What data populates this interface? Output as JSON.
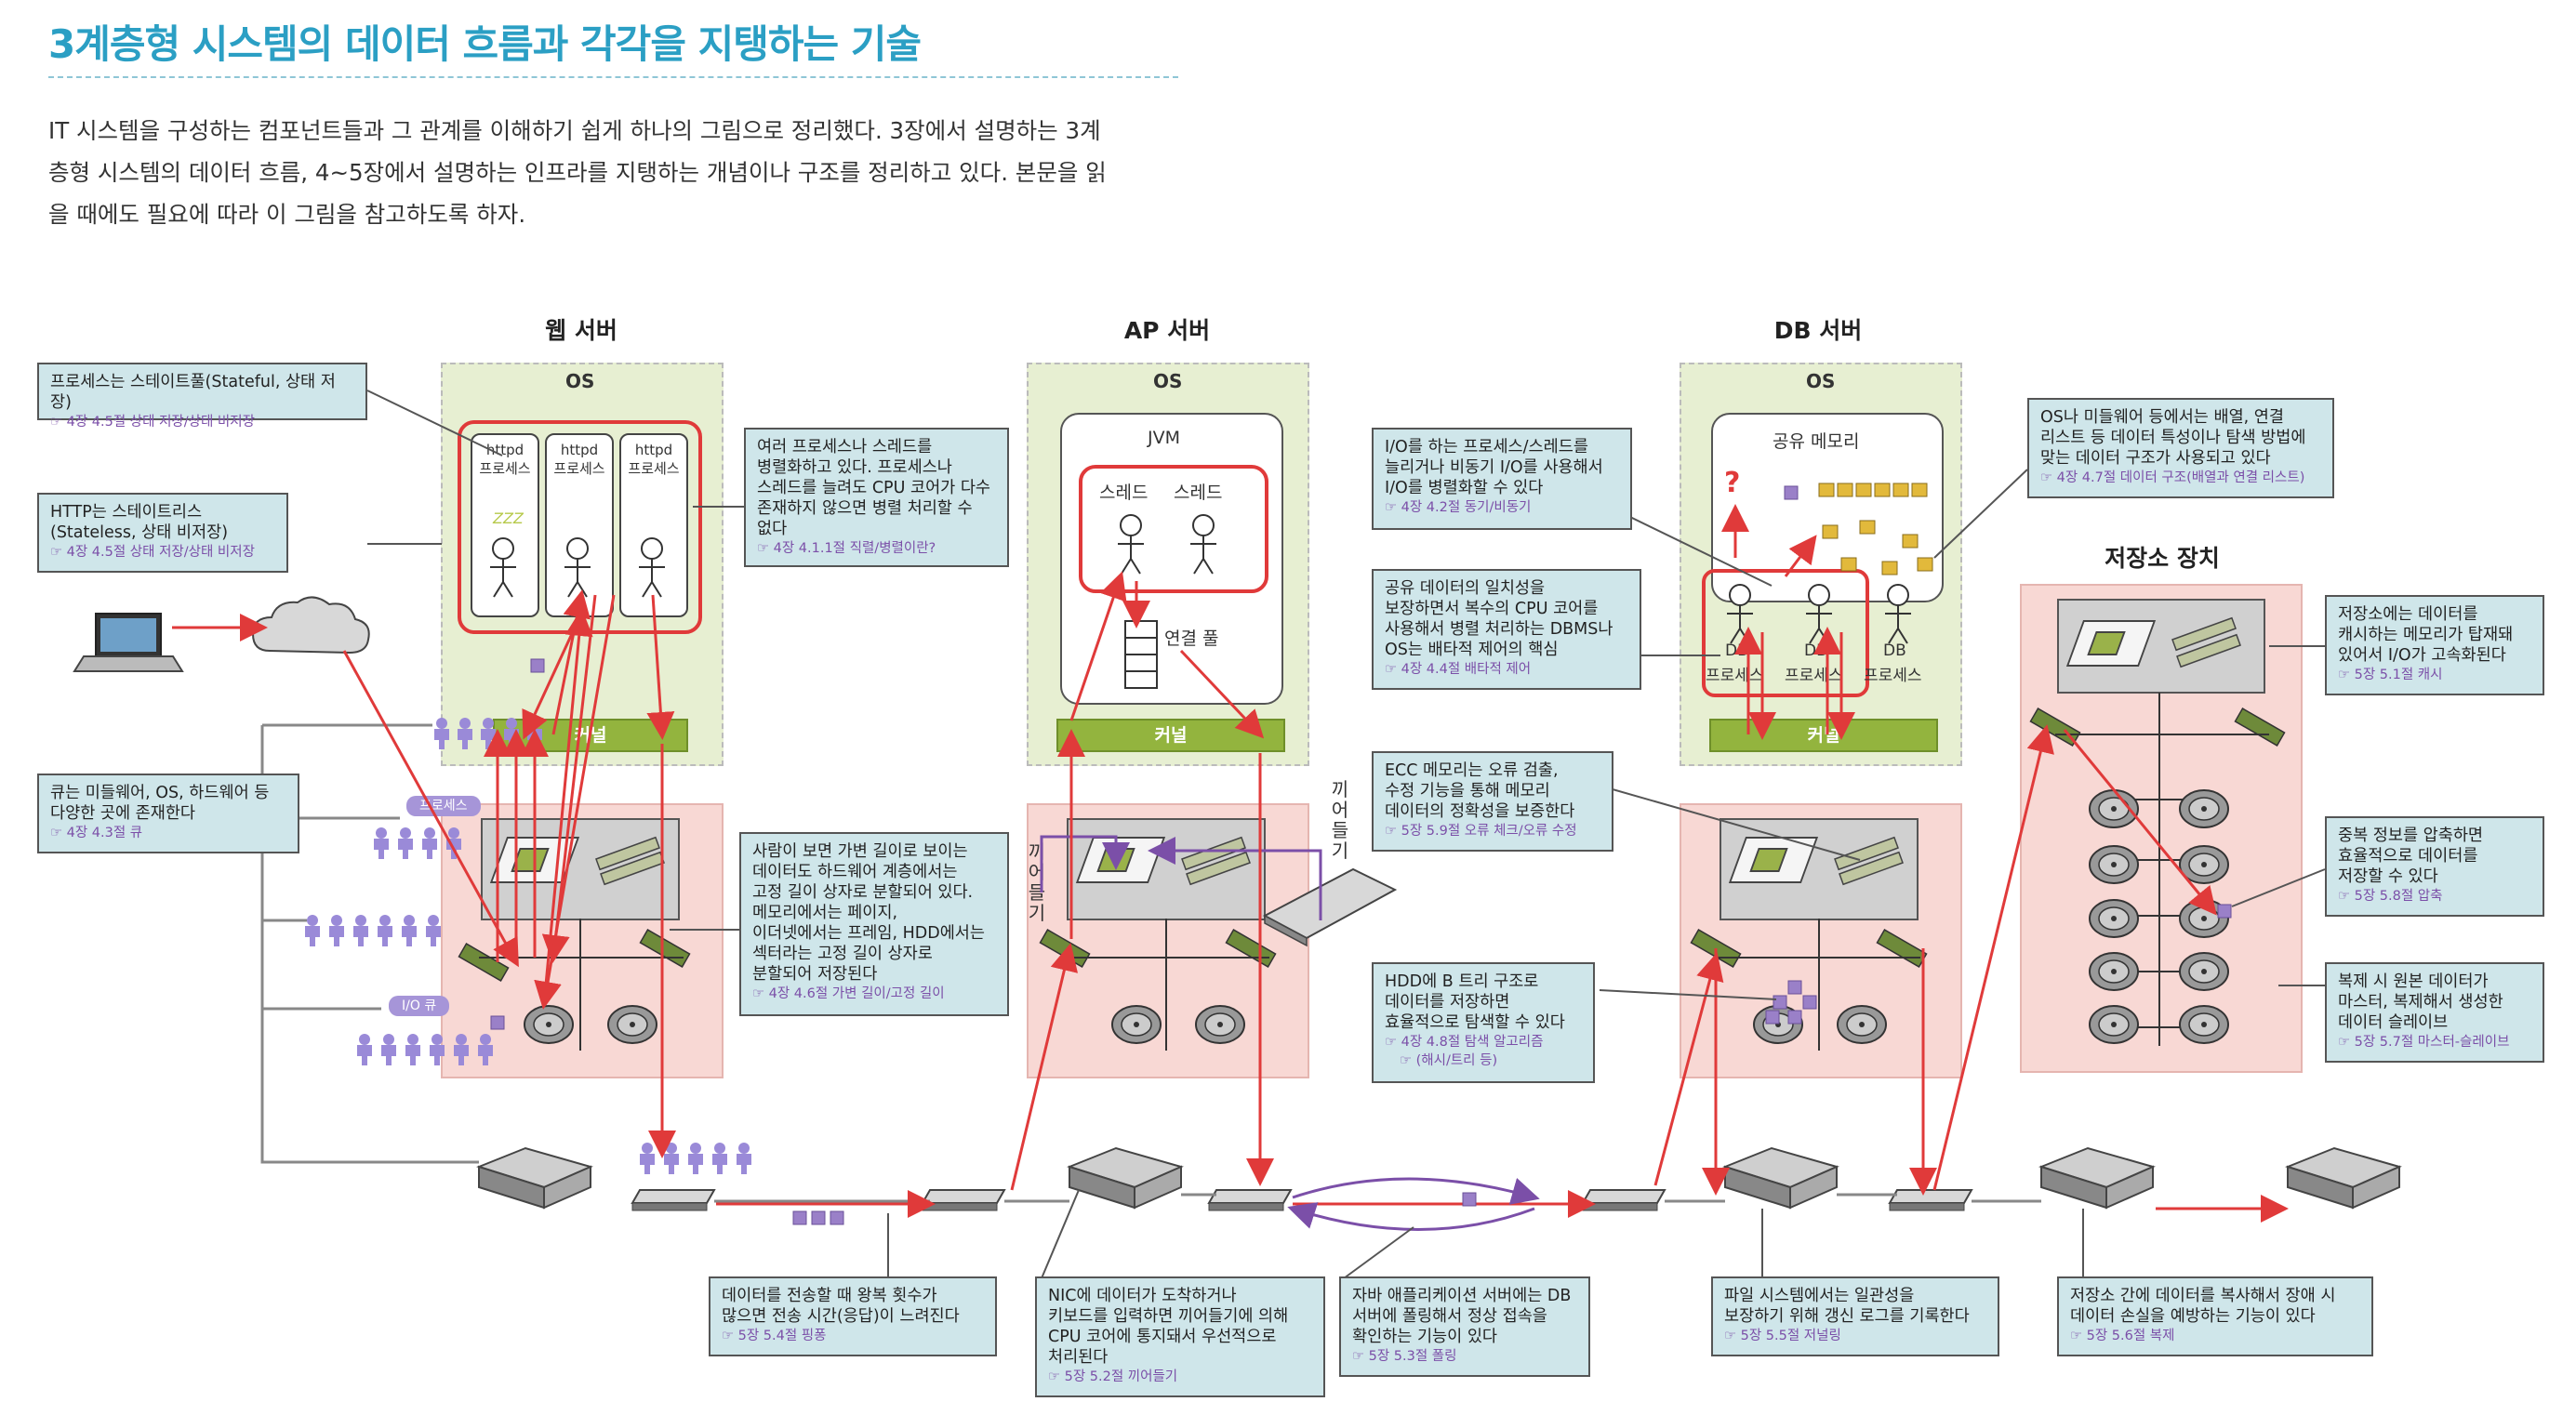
{
  "title": "3계층형 시스템의 데이터 흐름과 각각을 지탱하는 기술",
  "intro": [
    "IT 시스템을 구성하는 컴포넌트들과 그 관계를 이해하기 쉽게 하나의 그림으로 정리했다. 3장에서 설명하는 3계",
    "층형 시스템의 데이터 흐름, 4~5장에서 설명하는 인프라를 지탱하는 개념이나 구조를 정리하고 있다. 본문을 읽",
    "을 때에도 필요에 따라 이 그림을 참고하도록 하자."
  ],
  "columns": {
    "web": "웹 서버",
    "ap": "AP 서버",
    "db": "DB 서버",
    "storage": "저장소 장치"
  },
  "labels": {
    "os": "OS",
    "kernel": "커널",
    "httpd": "httpd",
    "process": "프로세스",
    "jvm": "JVM",
    "thread": "스레드",
    "conn_pool": "연결 풀",
    "shared_memory": "공유 메모리",
    "db": "DB",
    "zzz": "ZZZ",
    "question": "?",
    "interrupt": "끼어들기",
    "badge_process": "프로세스",
    "badge_ioq": "I/O 큐"
  },
  "notes": {
    "stateful": {
      "text": "프로세스는 스테이트풀(Stateful, 상태 저장)",
      "ref": "4장 4.5절 상태 저장/상태 비저장"
    },
    "stateless": {
      "lines": [
        "HTTP는 스테이트리스",
        "(Stateless, 상태 비저장)"
      ],
      "ref": "4장 4.5절 상태 저장/상태 비저장"
    },
    "queue": {
      "lines": [
        "큐는 미들웨어, OS, 하드웨어 등",
        "다양한 곳에 존재한다"
      ],
      "ref": "4장 4.3절 큐"
    },
    "parallel": {
      "lines": [
        "여러 프로세스나 스레드를",
        "병렬화하고 있다. 프로세스나",
        "스레드를 늘려도 CPU 코어가 다수",
        "존재하지 않으면 병렬 처리할 수",
        "없다"
      ],
      "ref": "4장 4.1.1절 직렬/병렬이란?"
    },
    "fixed": {
      "lines": [
        "사람이 보면 가변 길이로 보이는",
        "데이터도 하드웨어 계층에서는",
        "고정 길이 상자로 분할되어 있다.",
        "메모리에서는 페이지,",
        "이더넷에서는 프레임, HDD에서는",
        "섹터라는 고정 길이 상자로",
        "분할되어 저장된다"
      ],
      "ref": "4장 4.6절 가변 길이/고정 길이"
    },
    "io_sync": {
      "lines": [
        "I/O를 하는 프로세스/스레드를",
        "늘리거나 비동기 I/O를 사용해서",
        "I/O를 병렬화할 수 있다"
      ],
      "ref": "4장 4.2절 동기/비동기"
    },
    "lock": {
      "lines": [
        "공유 데이터의 일치성을",
        "보장하면서 복수의 CPU 코어를",
        "사용해서 병렬 처리하는 DBMS나",
        "OS는 배타적 제어의 핵심"
      ],
      "ref": "4장 4.4절 배타적 제어"
    },
    "ecc": {
      "lines": [
        "ECC 메모리는 오류 검출,",
        "수정 기능을 통해 메모리",
        "데이터의 정확성을 보증한다"
      ],
      "ref": "5장 5.9절 오류 체크/오류 수정"
    },
    "btree": {
      "lines": [
        "HDD에 B 트리 구조로",
        "데이터를 저장하면",
        "효율적으로 탐색할 수 있다"
      ],
      "ref": "4장 4.8절 탐색 알고리즘",
      "ref2": "(해시/트리 등)"
    },
    "structure": {
      "lines": [
        "OS나 미들웨어 등에서는 배열, 연결",
        "리스트 등 데이터 특성이나 탐색 방법에",
        "맞는 데이터 구조가 사용되고 있다"
      ],
      "ref": "4장 4.7절 데이터 구조(배열과 연결 리스트)"
    },
    "cache": {
      "lines": [
        "저장소에는 데이터를",
        "캐시하는 메모리가 탑재돼",
        "있어서 I/O가 고속화된다"
      ],
      "ref": "5장 5.1절 캐시"
    },
    "compress": {
      "lines": [
        "중복 정보를 압축하면",
        "효율적으로 데이터를",
        "저장할 수 있다"
      ],
      "ref": "5장 5.8절 압축"
    },
    "replica": {
      "lines": [
        "복제 시 원본 데이터가",
        "마스터, 복제해서 생성한",
        "데이터 슬레이브"
      ],
      "ref": "5장 5.7절 마스터-슬레이브"
    },
    "ping": {
      "lines": [
        "데이터를 전송할 때 왕복 횟수가",
        "많으면 전송 시간(응답)이 느려진다"
      ],
      "ref": "5장 5.4절 핑퐁"
    },
    "nic": {
      "lines": [
        "NIC에 데이터가 도착하거나",
        "키보드를 입력하면 끼어들기에 의해",
        "CPU 코어에 통지돼서 우선적으로",
        "처리된다"
      ],
      "ref": "5장 5.2절 끼어들기"
    },
    "polling": {
      "lines": [
        "자바 애플리케이션 서버에는 DB",
        "서버에 폴링해서 정상 접속을",
        "확인하는 기능이 있다"
      ],
      "ref": "5장 5.3절 폴링"
    },
    "journal": {
      "lines": [
        "파일 시스템에서는 일관성을",
        "보장하기 위해 갱신 로그를 기록한다"
      ],
      "ref": "5장 5.5절 저널링"
    },
    "copy": {
      "lines": [
        "저장소 간에 데이터를 복사해서 장애 시",
        "데이터 손실을 예방하는 기능이 있다"
      ],
      "ref": "5장 5.6절 복제"
    }
  },
  "colors": {
    "title": "#2b9fc4",
    "arrow": "#e03a3a",
    "kernel": "#93b43e",
    "os_bg": "#e7efd2",
    "hw_bg": "#f8d8d4",
    "note_bg": "#cfe6ea",
    "purple": "#7b4fa8"
  },
  "icons": [
    "laptop-icon",
    "cloud-icon",
    "cpu-chip-icon",
    "memory-module-icon",
    "hdd-icon",
    "nic-card-icon",
    "switch-icon",
    "server-icon",
    "keyboard-icon",
    "person-icon",
    "data-block-icon"
  ]
}
